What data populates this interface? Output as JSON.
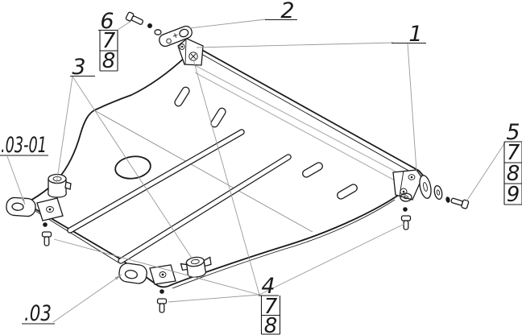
{
  "drawing": {
    "callouts": {
      "c1": "1",
      "c2": "2",
      "c3": "3",
      "c4": "4",
      "c5": "5",
      "c6": "6",
      "stack6": [
        "7",
        "8"
      ],
      "stack5": [
        "7",
        "8",
        "9"
      ],
      "stack4": [
        "7",
        "8"
      ],
      "left_assembly": ".03-01",
      "bottom_assembly": ".03"
    },
    "colors": {
      "ink": "#1a1a1a",
      "leader": "#999999",
      "bend_line": "#b3b3b3",
      "background": "#ffffff"
    }
  }
}
